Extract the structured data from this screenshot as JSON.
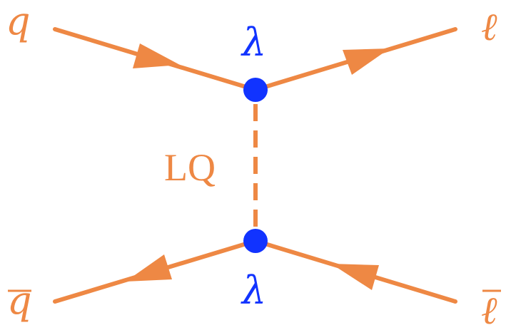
{
  "diagram": {
    "labels": {
      "q_in": "q",
      "lepton_out": "ℓ",
      "qbar": "q",
      "lepton_bar": "ℓ",
      "coupling_top": "λ",
      "coupling_bottom": "λ",
      "mediator": "LQ"
    },
    "colors": {
      "fermion_line": "#EE8844",
      "vertex": "#1133FF",
      "coupling_text": "#1133FF",
      "particle_text": "#EE8844"
    }
  }
}
